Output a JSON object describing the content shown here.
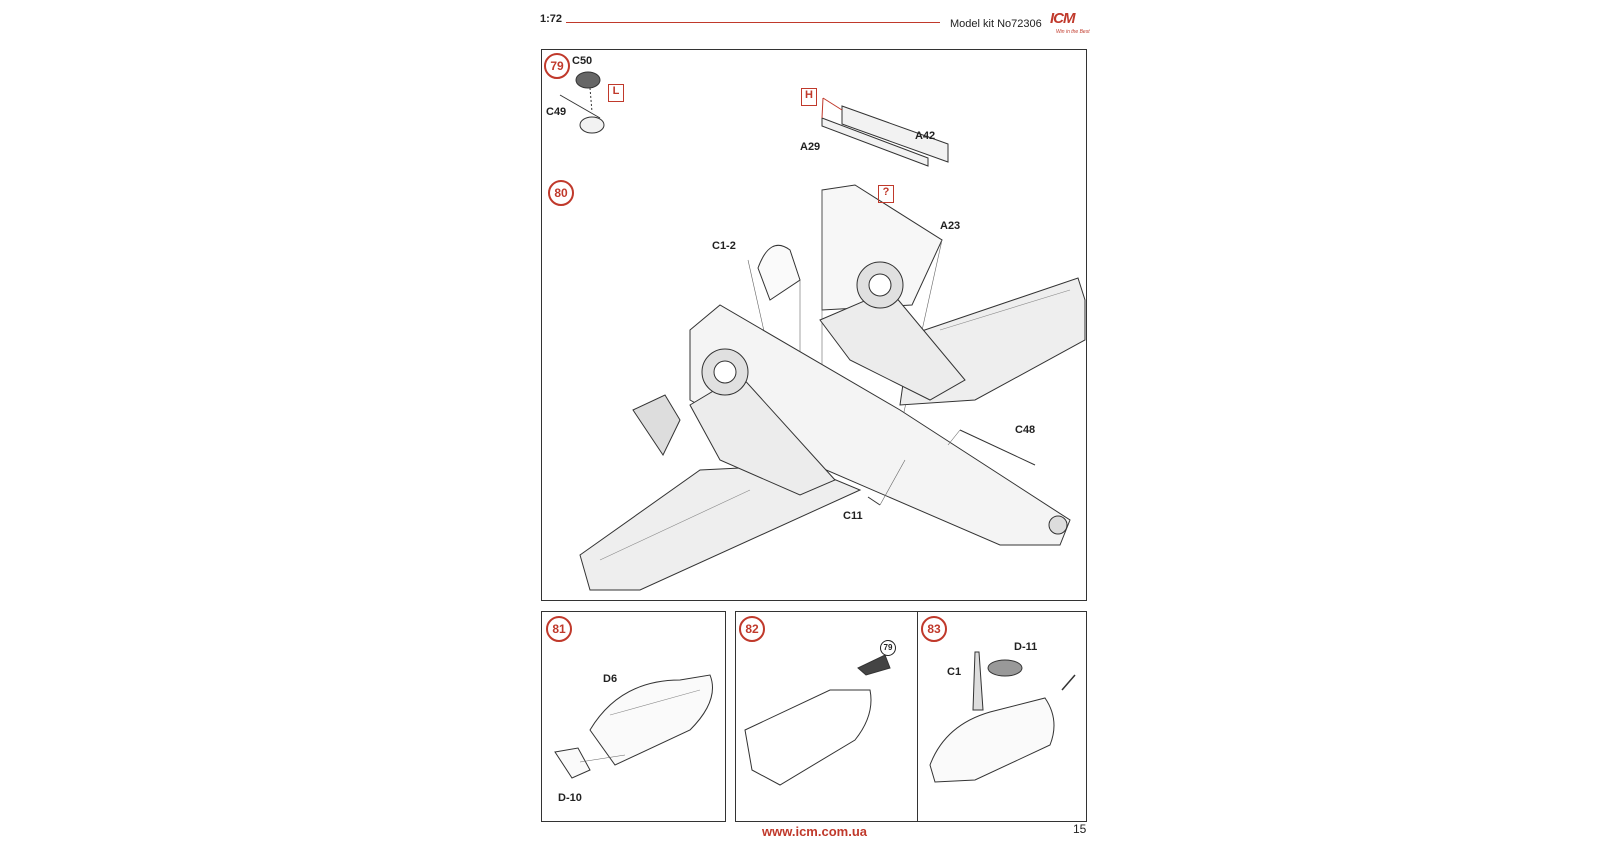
{
  "header": {
    "scale": "1:72",
    "kit": "Model kit No72306",
    "logo_text": "ICM",
    "logo_tagline": "Win in the Best"
  },
  "steps": {
    "s79": {
      "num": "79",
      "parts": [
        "C50",
        "C49"
      ],
      "markers": [
        "L"
      ]
    },
    "s80": {
      "num": "80",
      "parts": [
        "A42",
        "A29",
        "A23",
        "C1-2",
        "C48",
        "C11"
      ],
      "markers": [
        "H",
        "?"
      ]
    },
    "s81": {
      "num": "81",
      "parts": [
        "D6",
        "D-10"
      ]
    },
    "s82": {
      "num": "82",
      "ref": "79"
    },
    "s83": {
      "num": "83",
      "parts": [
        "D-11",
        "C1"
      ]
    }
  },
  "footer": {
    "url": "www.icm.com.ua",
    "page": "15"
  },
  "colors": {
    "accent": "#c0392b",
    "line": "#333333"
  }
}
